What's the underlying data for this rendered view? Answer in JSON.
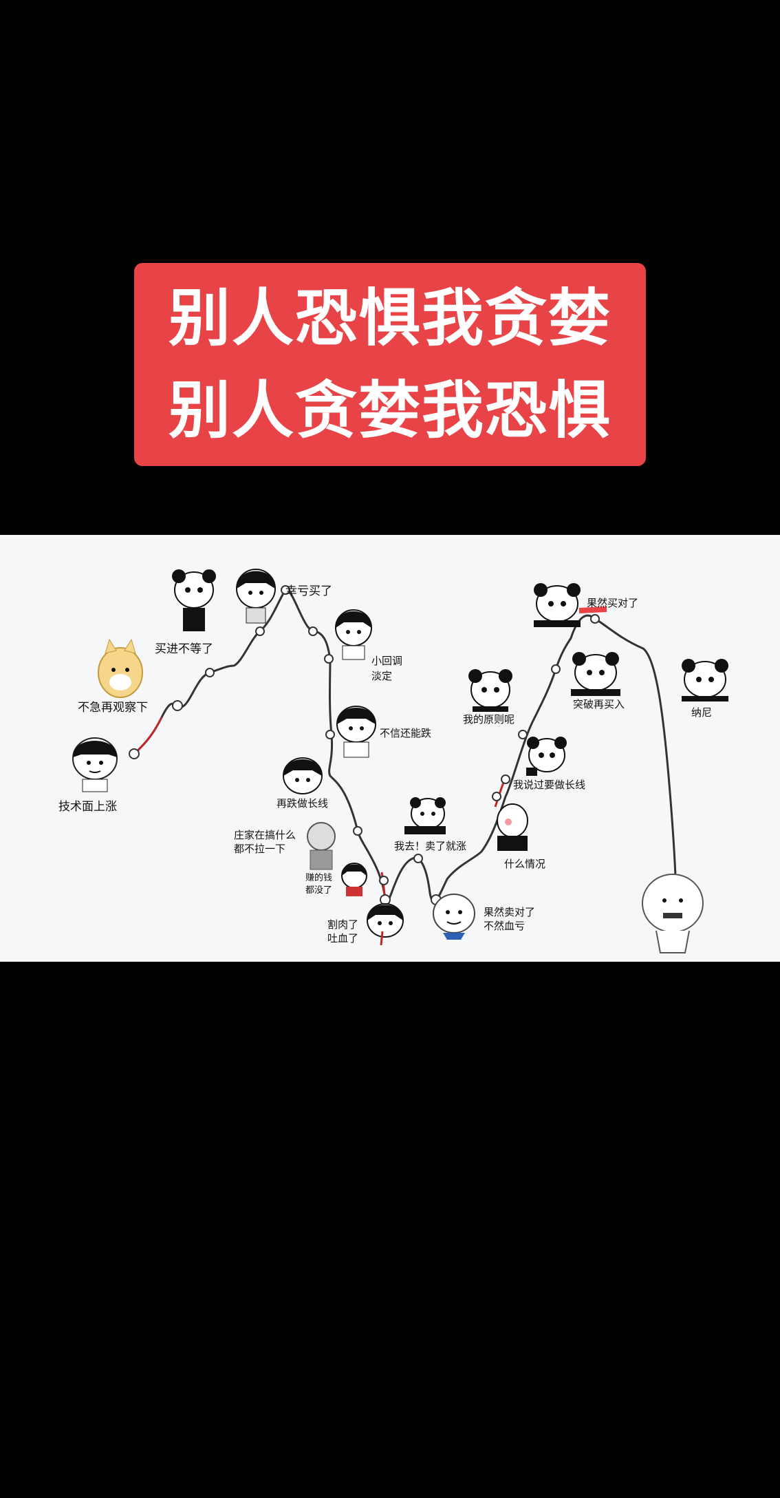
{
  "banner": {
    "line1": "别人恐惧我贪婪",
    "line2": "别人贪婪我恐惧",
    "color": "#e84346"
  },
  "meme": {
    "labels": {
      "tech_rise": "技术面上涨",
      "wait_observe": "不急再观察下",
      "buy_now": "买进不等了",
      "lucky_bought": "幸亏买了",
      "small_pullback": "小回调\n淡定",
      "not_believe": "不信还能跌",
      "hold_long": "再跌做长线",
      "banker": "庄家在搞什么\n都不拉一下",
      "profit_gone": "赚的钱\n都没了",
      "cut_loss": "割肉了\n吐血了",
      "sold_rise": "我去！卖了就涨",
      "lucky_sold": "果然卖对了\n不然血亏",
      "what_happened": "什么情况",
      "told_long": "我说过要做长线",
      "my_principle": "我的原则呢",
      "breakout_buy": "突破再买入",
      "bought_right": "果然买对了",
      "nani": "纳尼"
    }
  }
}
